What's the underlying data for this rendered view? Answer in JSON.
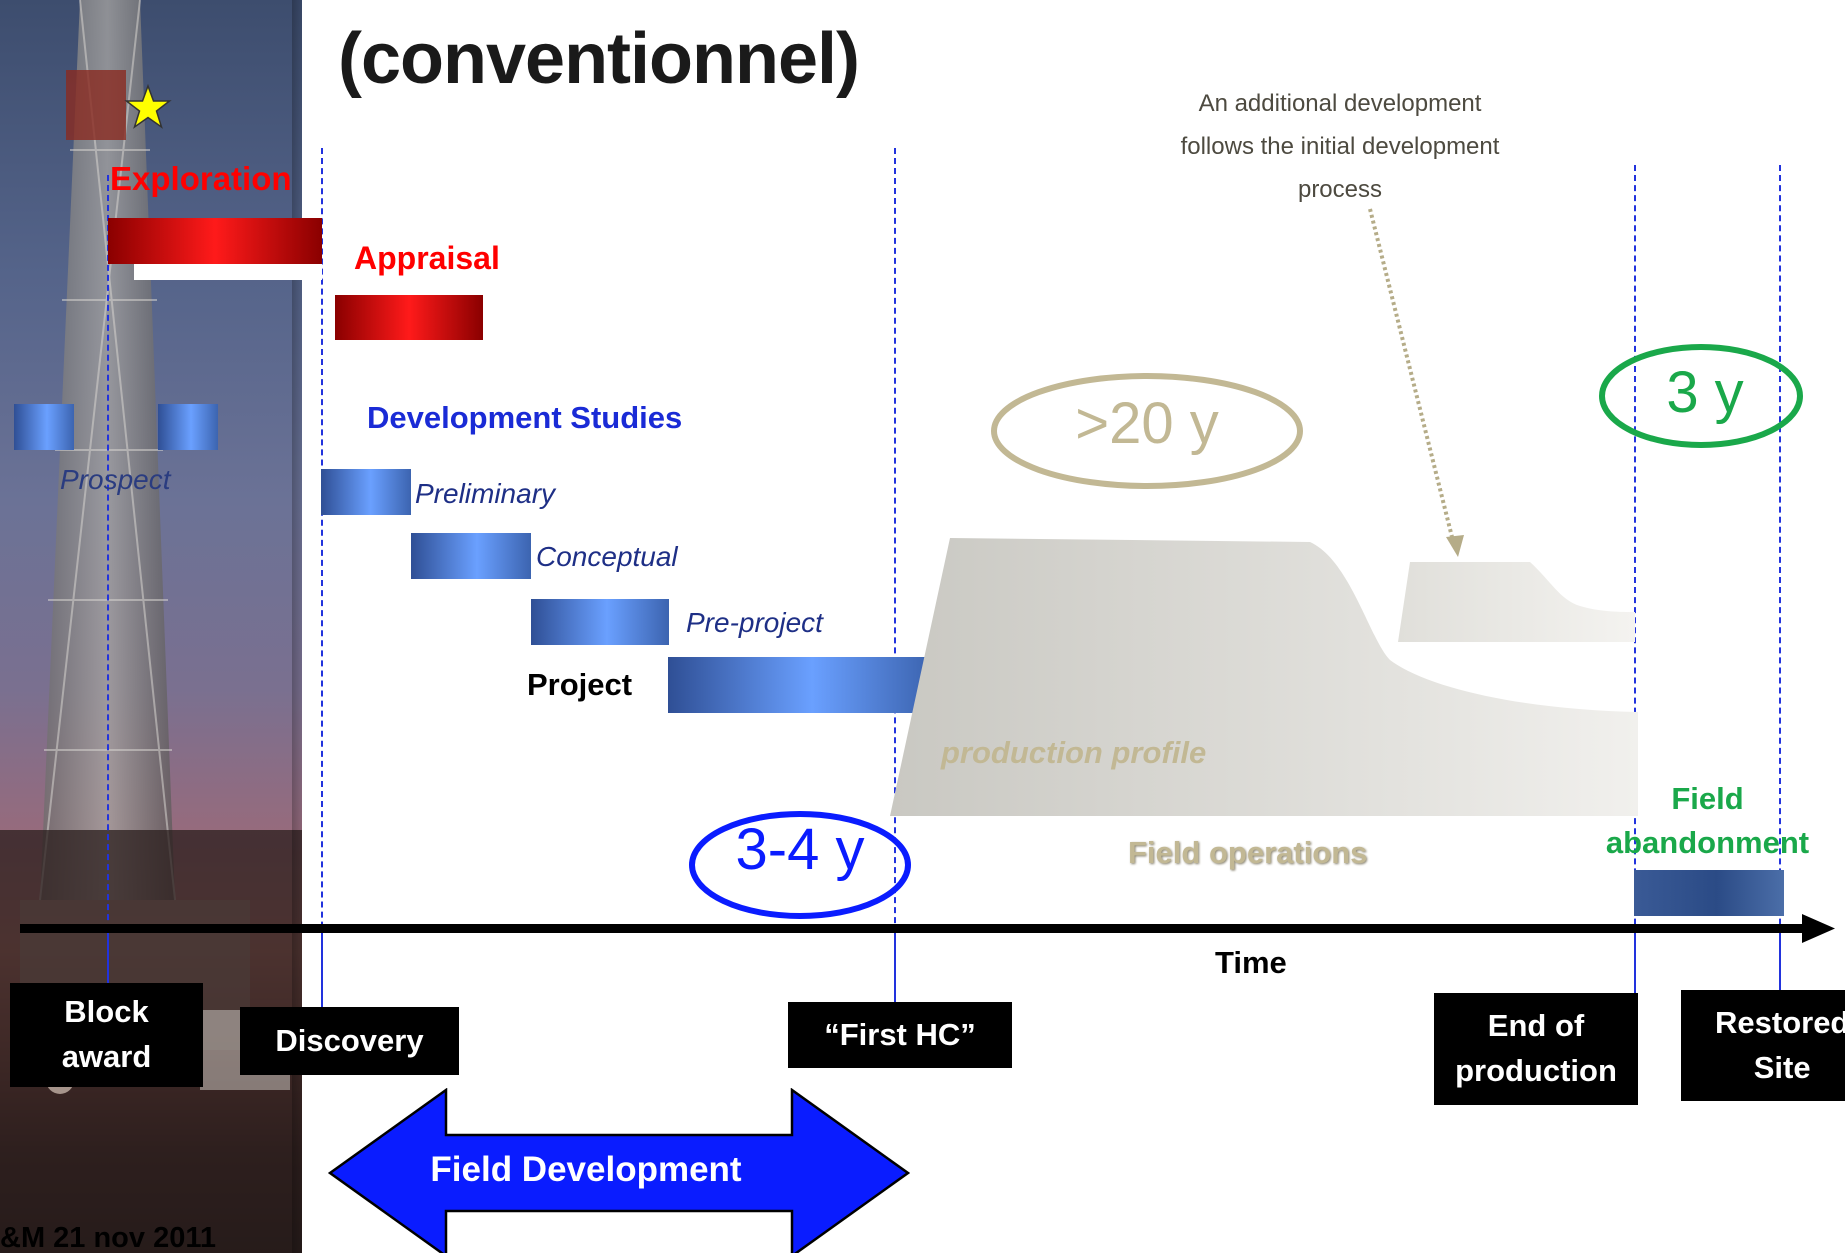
{
  "title": "(conventionnel)",
  "phases": {
    "exploration": "Exploration",
    "appraisal": "Appraisal",
    "development_studies": "Development Studies",
    "prospect": "Prospect",
    "preliminary": "Preliminary",
    "conceptual": "Conceptual",
    "pre_project": "Pre-project",
    "project": "Project"
  },
  "durations": {
    "dev": "3-4 y",
    "production": ">20 y",
    "abandonment": "3 y"
  },
  "production": {
    "profile_label": "production profile",
    "operations_label": "Field operations",
    "note": "An additional development\nfollows the initial development\nprocess"
  },
  "abandonment_label": "Field\nabandonment",
  "axis": {
    "label": "Time"
  },
  "milestones": {
    "block_award": "Block\naward",
    "discovery": "Discovery",
    "first_hc": "“First HC”",
    "end_production": "End of\nproduction",
    "restored_site": "Restored\nSite"
  },
  "field_development": "Field Development",
  "footer": "&M  21 nov 2011",
  "colors": {
    "red": "#ff0000",
    "blue_text": "#1a2bd6",
    "khaki": "#c2b894",
    "green": "#1aa84a",
    "arrow_blue": "#0a1cff"
  },
  "icons": [
    "star-icon",
    "time-arrow-icon",
    "double-arrow-icon"
  ]
}
